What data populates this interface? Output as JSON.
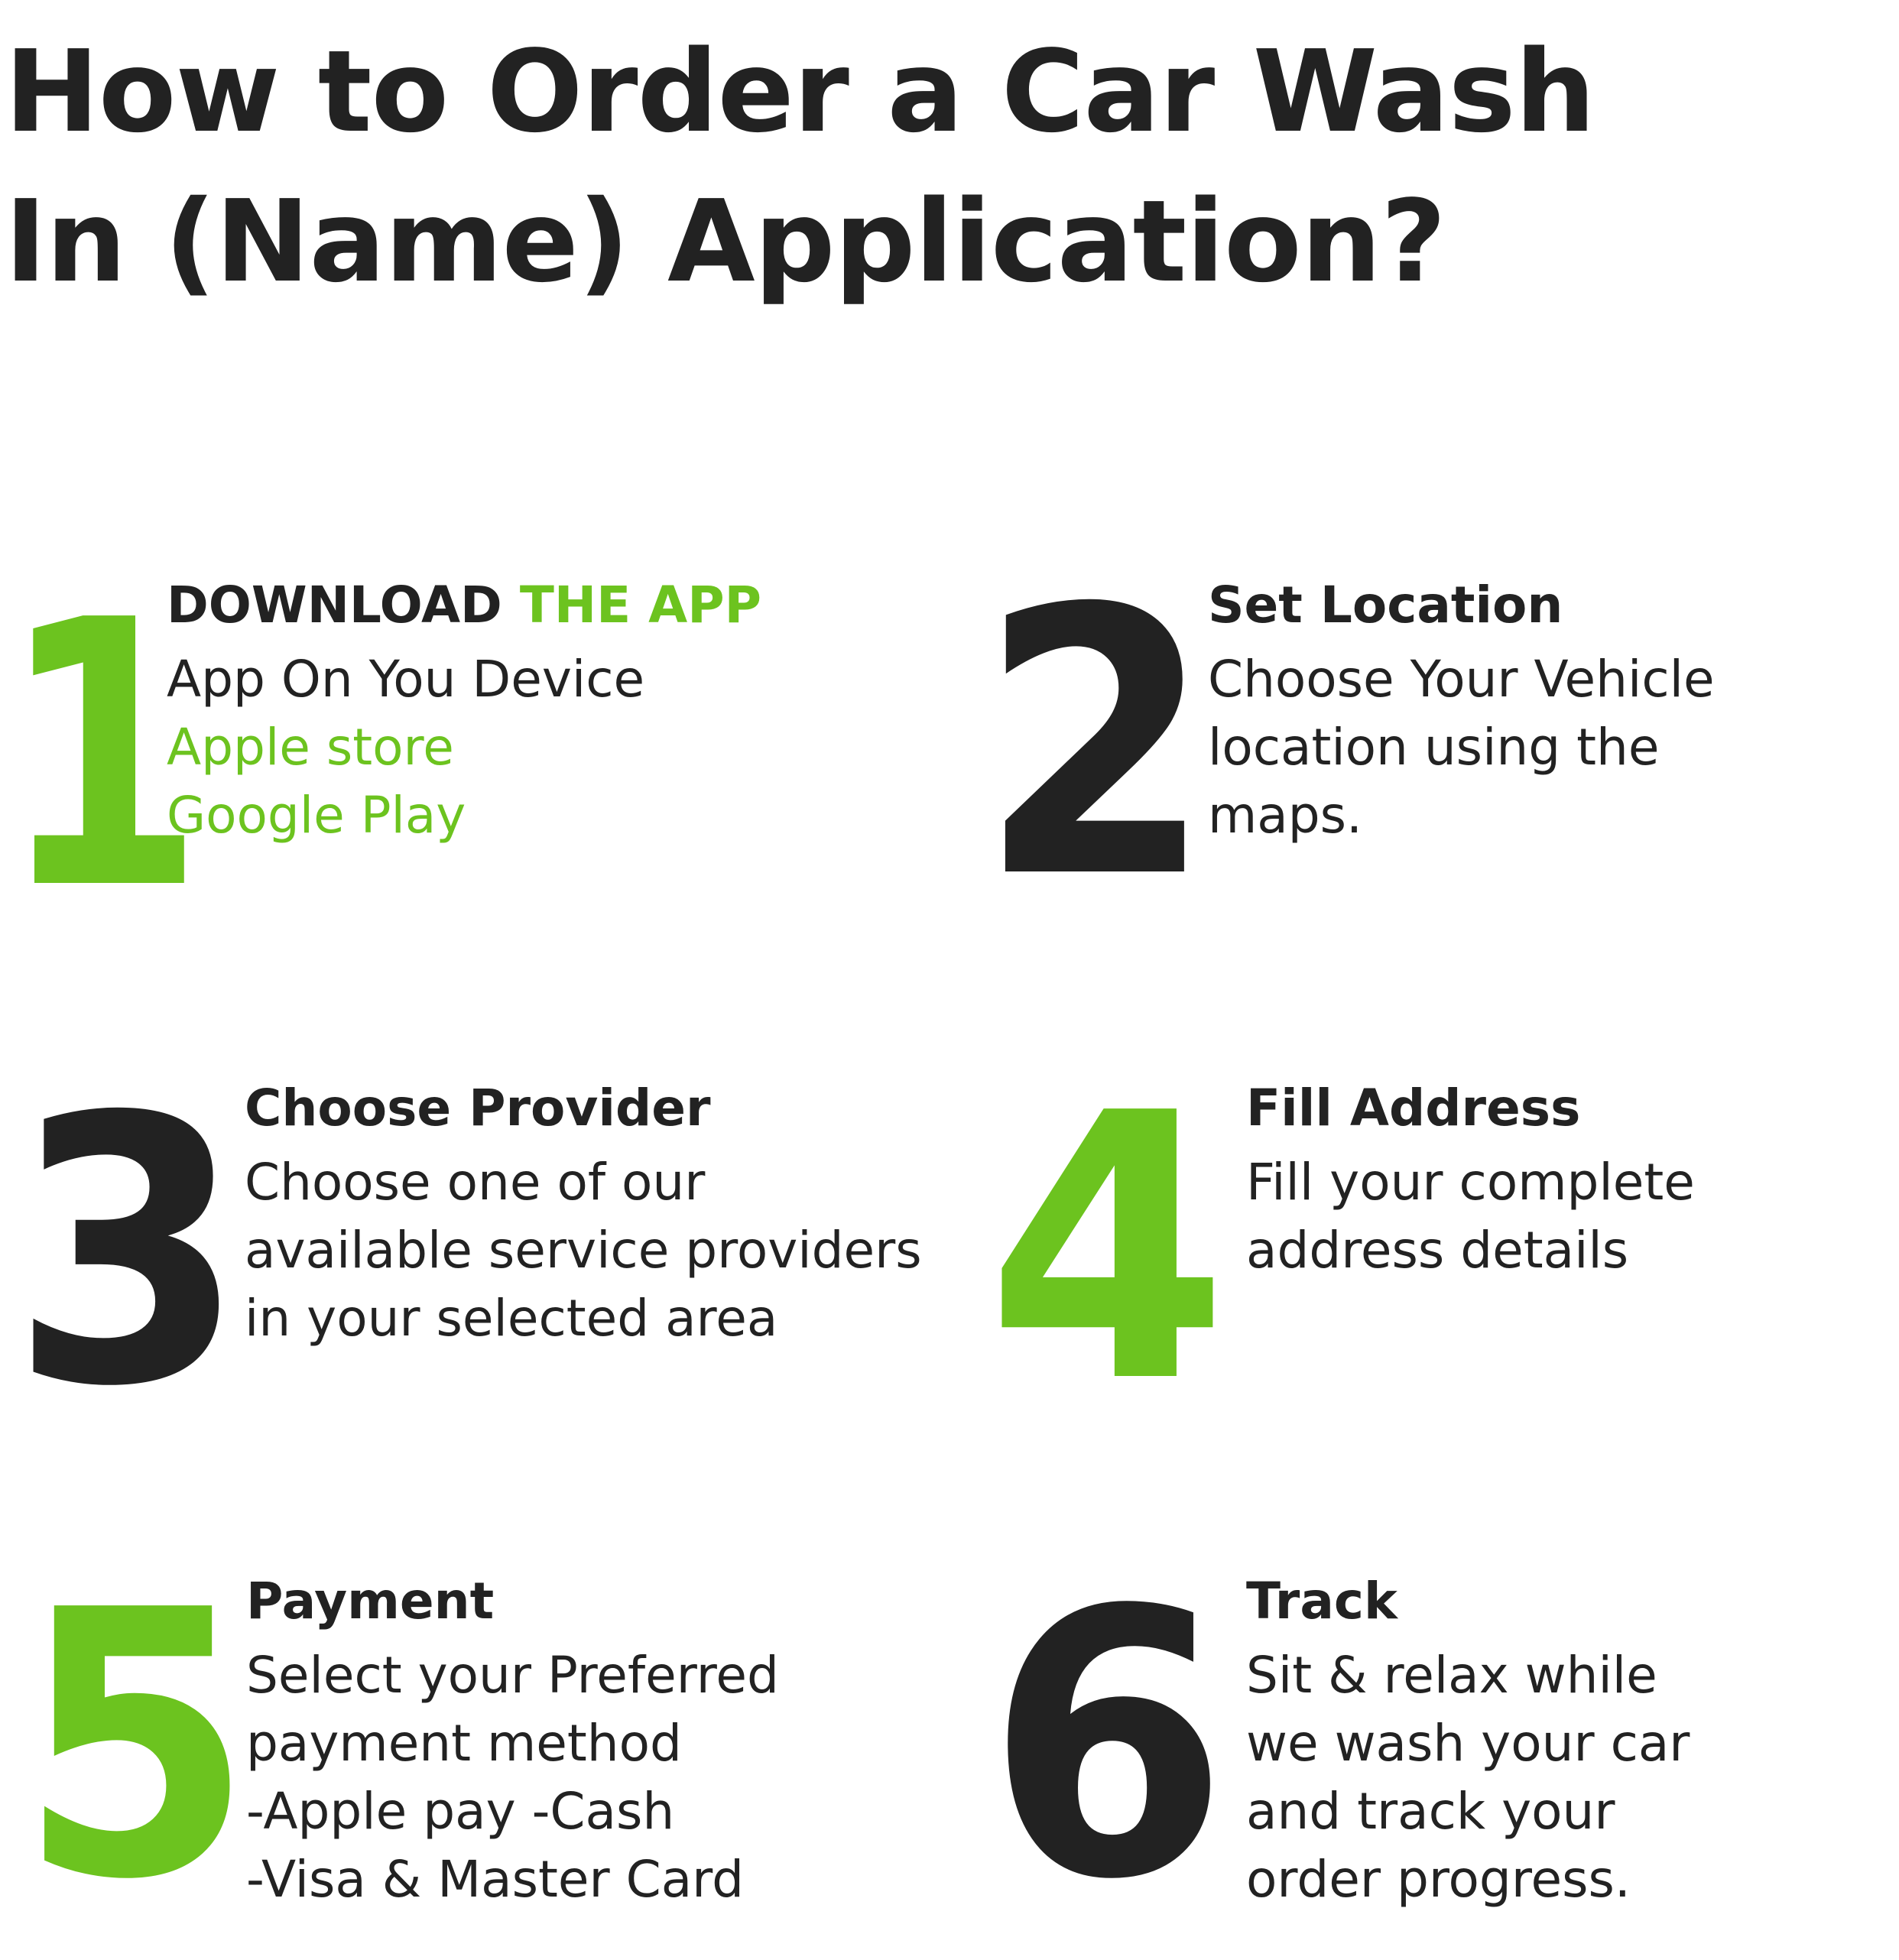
{
  "title": {
    "line1": "How to Order a Car Wash",
    "line2": "In (Name) Application?"
  },
  "colors": {
    "accent_green": "#6cc31f",
    "dark": "#222222",
    "background": "#ffffff"
  },
  "steps": [
    {
      "number": "1",
      "number_color": "green",
      "heading_part1": "DOWNLOAD",
      "heading_part2": "THE APP",
      "lines": [
        "App On You Device",
        "Apple store",
        "Google Play"
      ]
    },
    {
      "number": "2",
      "number_color": "dark",
      "heading": "Set Location",
      "lines": [
        "Choose Your Vehicle",
        "location using the",
        "maps."
      ]
    },
    {
      "number": "3",
      "number_color": "dark",
      "heading": "Choose Provider",
      "lines": [
        "Choose one of our",
        "available service providers",
        "in your selected area"
      ]
    },
    {
      "number": "4",
      "number_color": "green",
      "heading": "Fill Address",
      "lines": [
        "Fill your complete",
        "address details"
      ]
    },
    {
      "number": "5",
      "number_color": "green",
      "heading": "Payment",
      "lines": [
        "Select your Preferred",
        "payment method",
        "-Apple pay -Cash",
        "-Visa & Master Card"
      ]
    },
    {
      "number": "6",
      "number_color": "dark",
      "heading": "Track",
      "lines": [
        "Sit & relax while",
        "we wash your car",
        "and track your",
        "order progress."
      ]
    }
  ]
}
